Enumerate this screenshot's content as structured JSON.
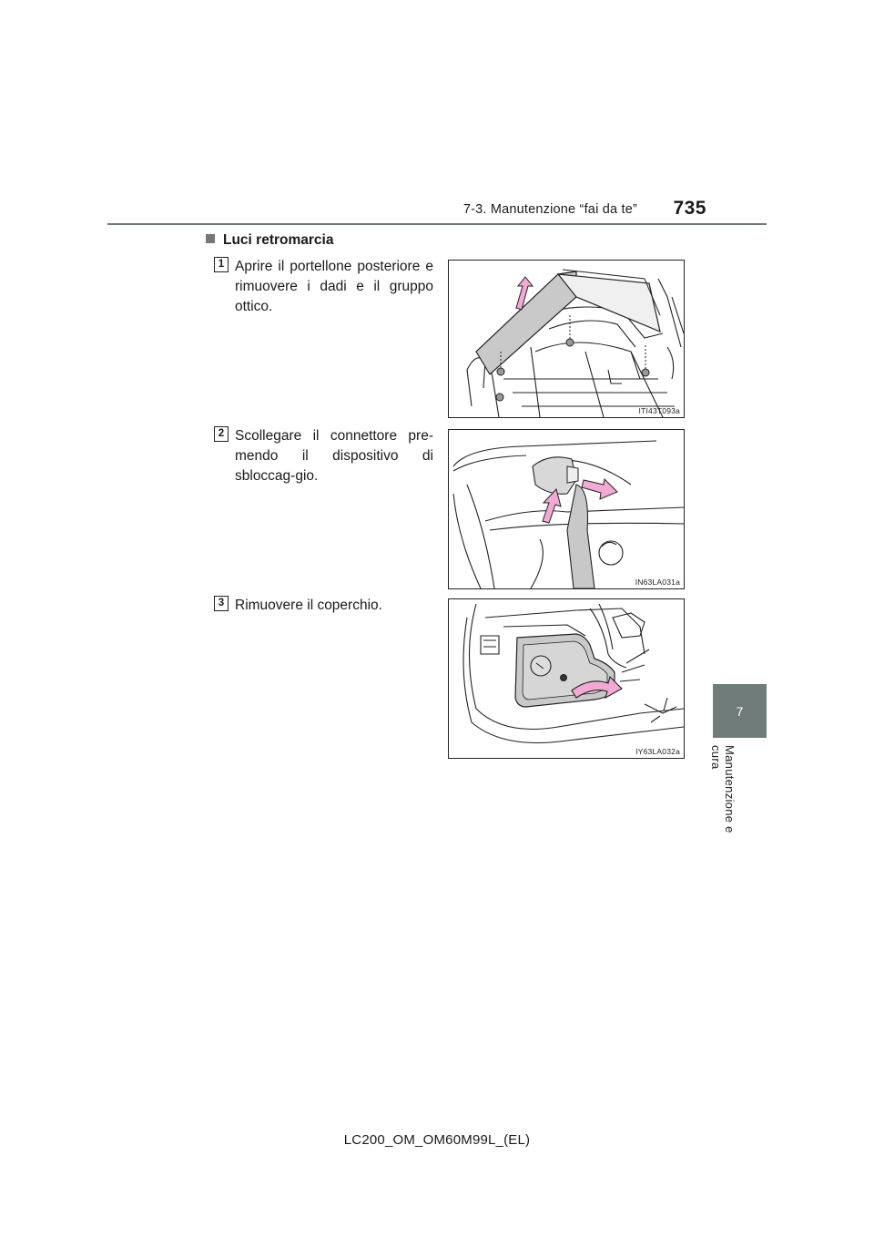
{
  "header": {
    "section": "7-3. Manutenzione “fai da te”",
    "page_number": "735"
  },
  "chapter_tab": {
    "number": "7",
    "title": "Manutenzione e cura"
  },
  "section": {
    "heading": "Luci retromarcia"
  },
  "steps": [
    {
      "number": "1",
      "text": "Aprire il portellone posteriore e rimuovere i dadi e il gruppo ottico.",
      "figure_code": "ITI43T093a"
    },
    {
      "number": "2",
      "text": "Scollegare il connettore pre-mendo il dispositivo di sbloccag-gio.",
      "figure_code": "IN63LA031a"
    },
    {
      "number": "3",
      "text": "Rimuovere il coperchio.",
      "figure_code": "IY63LA032a"
    }
  ],
  "footer": {
    "document_code": "LC200_OM_OM60M99L_(EL)"
  },
  "colors": {
    "accent_tab": "#6f7c7a",
    "arrow_pink": "#f2a9d3",
    "rule": "#6d7a7a"
  }
}
